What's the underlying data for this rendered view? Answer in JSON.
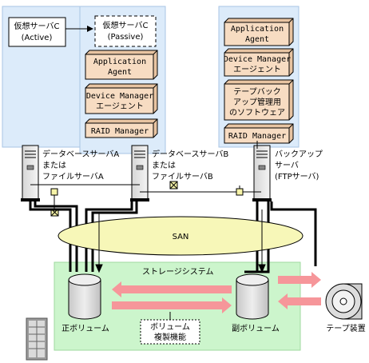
{
  "servers": {
    "db_a": {
      "vm_active": {
        "name": "仮想サーバC",
        "state": "(Active)"
      },
      "label": [
        "データベースサーバA",
        "または",
        "ファイルサーバA"
      ]
    },
    "db_b": {
      "vm_passive": {
        "name": "仮想サーバC",
        "state": "(Passive)"
      },
      "software": {
        "app_agent": [
          "Application",
          "Agent"
        ],
        "device_manager": [
          "Device Manager",
          "エージェント"
        ],
        "raid_manager": "RAID Manager"
      },
      "label": [
        "データベースサーバB",
        "または",
        "ファイルサーバB"
      ]
    },
    "backup": {
      "software": {
        "app_agent": [
          "Application",
          "Agent"
        ],
        "device_manager": [
          "Device Manager",
          "エージェント"
        ],
        "backup_software": [
          "テープバック",
          "アップ管理用",
          "のソフトウェア"
        ],
        "raid_manager": "RAID Manager"
      },
      "label": [
        "バックアップ",
        "サーバ",
        "(FTPサーバ)"
      ]
    }
  },
  "network": {
    "san": "SAN"
  },
  "storage": {
    "title": "ストレージシステム",
    "primary_volume": "正ボリューム",
    "secondary_volume": "副ボリューム",
    "replication": [
      "ボリューム",
      "複製機能"
    ]
  },
  "tape": {
    "label": "テープ装置"
  },
  "colors": {
    "server_panel": "#dcebfa",
    "storage_panel": "#ccf5cc",
    "san": "#f7f7b8",
    "component_box": "#f7dcc2",
    "arrow": "#f6969a",
    "hub": "#f6f3a8"
  }
}
